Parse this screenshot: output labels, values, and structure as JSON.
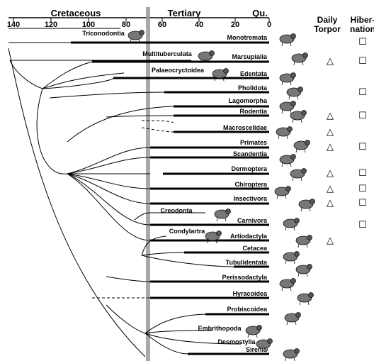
{
  "periods": {
    "cretaceous": "Cretaceous",
    "tertiary": "Tertiary",
    "quaternary": "Qu."
  },
  "axis_ticks": [
    "140",
    "120",
    "100",
    "80",
    "60",
    "40",
    "20",
    "0"
  ],
  "columns": {
    "torpor_line1": "Daily",
    "torpor_line2": "Torpor",
    "hibernation_line1": "Hiber-",
    "hibernation_line2": "nation"
  },
  "extinct_labels": {
    "triconodontia": "Triconodontia",
    "multituberculata": "Multituberculata",
    "palaeocryctoidea": "Palaeocryctoidea",
    "creodonta": "Creodonta",
    "condylartra": "Condylartra",
    "embrithopoda": "Embrithopoda",
    "desmostylia": "Desmostylia"
  },
  "taxa": [
    {
      "name": "Monotremata",
      "torpor": "",
      "hibernation": "☐"
    },
    {
      "name": "Marsupialia",
      "torpor": "△",
      "hibernation": "☐"
    },
    {
      "name": "Edentata",
      "torpor": "",
      "hibernation": ""
    },
    {
      "name": "Pholidota",
      "torpor": "",
      "hibernation": "☐"
    },
    {
      "name": "Lagomorpha",
      "torpor": "",
      "hibernation": ""
    },
    {
      "name": "Rodentia",
      "torpor": "△",
      "hibernation": "☐"
    },
    {
      "name": "Macroscelidae",
      "torpor": "△",
      "hibernation": ""
    },
    {
      "name": "Primates",
      "torpor": "△",
      "hibernation": "☐"
    },
    {
      "name": "Scandentia",
      "torpor": "",
      "hibernation": ""
    },
    {
      "name": "Dermoptera",
      "torpor": "△",
      "hibernation": "☐"
    },
    {
      "name": "Chiroptera",
      "torpor": "△",
      "hibernation": "☐"
    },
    {
      "name": "Insectivora",
      "torpor": "△",
      "hibernation": "☐"
    },
    {
      "name": "Carnivora",
      "torpor": "",
      "hibernation": "☐"
    },
    {
      "name": "Artiodactyla",
      "torpor": "△",
      "hibernation": ""
    },
    {
      "name": "Cetacea",
      "torpor": "",
      "hibernation": ""
    },
    {
      "name": "Tubulidentata",
      "torpor": "",
      "hibernation": ""
    },
    {
      "name": "Perissodactyla",
      "torpor": "",
      "hibernation": ""
    },
    {
      "name": "Hyracoidea",
      "torpor": "",
      "hibernation": ""
    },
    {
      "name": "Probiscoidea",
      "torpor": "",
      "hibernation": ""
    },
    {
      "name": "Sirenia",
      "torpor": "",
      "hibernation": ""
    }
  ],
  "icons": [
    "platypus-icon",
    "kangaroo-icon",
    "anteater-icon",
    "pangolin-icon",
    "rabbit-icon",
    "squirrel-icon",
    "elephant-shrew-icon",
    "primate-icon",
    "tree-shrew-icon",
    "colugo-icon",
    "bat-icon",
    "hedgehog-icon",
    "tiger-icon",
    "camel-icon",
    "dolphin-icon",
    "aardvark-icon",
    "horse-icon",
    "hyrax-icon",
    "elephant-icon",
    "dugong-icon",
    "triconodont-icon",
    "multituberculate-icon",
    "palaeoryctid-icon",
    "creodont-icon",
    "condylarth-icon",
    "embrithopod-icon",
    "desmostylian-icon"
  ]
}
